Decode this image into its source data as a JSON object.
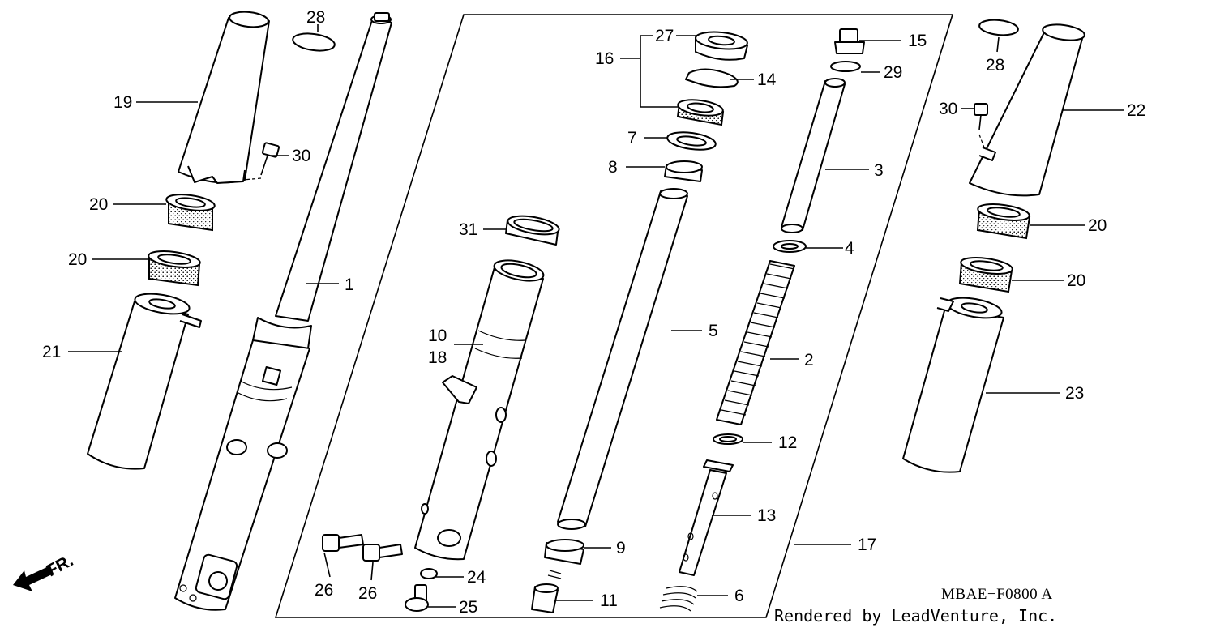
{
  "diagram_code": "MBAE−F0800 A",
  "credit": "Rendered by LeadVenture, Inc.",
  "direction_label": "FR.",
  "callouts": {
    "c1": "1",
    "c2": "2",
    "c3": "3",
    "c4": "4",
    "c5": "5",
    "c6": "6",
    "c7": "7",
    "c8": "8",
    "c9": "9",
    "c10": "10",
    "c11": "11",
    "c12": "12",
    "c13": "13",
    "c14": "14",
    "c15": "15",
    "c16": "16",
    "c17": "17",
    "c18": "18",
    "c19": "19",
    "c20a": "20",
    "c20b": "20",
    "c20c": "20",
    "c20d": "20",
    "c21": "21",
    "c22": "22",
    "c23": "23",
    "c24": "24",
    "c25": "25",
    "c26a": "26",
    "c26b": "26",
    "c27": "27",
    "c28a": "28",
    "c28b": "28",
    "c29": "29",
    "c30a": "30",
    "c30b": "30",
    "c31": "31"
  }
}
